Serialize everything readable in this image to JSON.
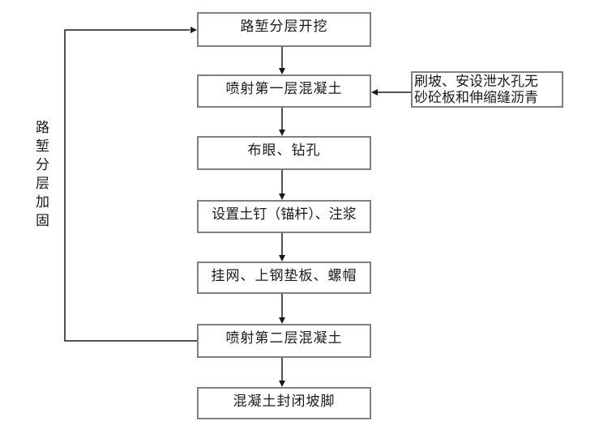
{
  "flowchart": {
    "loop_label": "路堑分层加固",
    "nodes": [
      {
        "label": "路堑分层开挖"
      },
      {
        "label": "喷射第一层混凝土"
      },
      {
        "label": "布眼、钻孔"
      },
      {
        "label": "设置土钉（锚杆）、注浆"
      },
      {
        "label": "挂网、上钢垫板、螺帽"
      },
      {
        "label": "喷射第二层混凝土"
      },
      {
        "label": "混凝土封闭坡脚"
      }
    ],
    "annotation": {
      "line1": "刷坡、安设泄水孔无",
      "line2": "砂砼板和伸缩缝沥青"
    },
    "colors": {
      "background": "#ffffff",
      "box_border": "#808080",
      "connector": "#1a1a1a",
      "text": "#1a1a1a"
    }
  }
}
